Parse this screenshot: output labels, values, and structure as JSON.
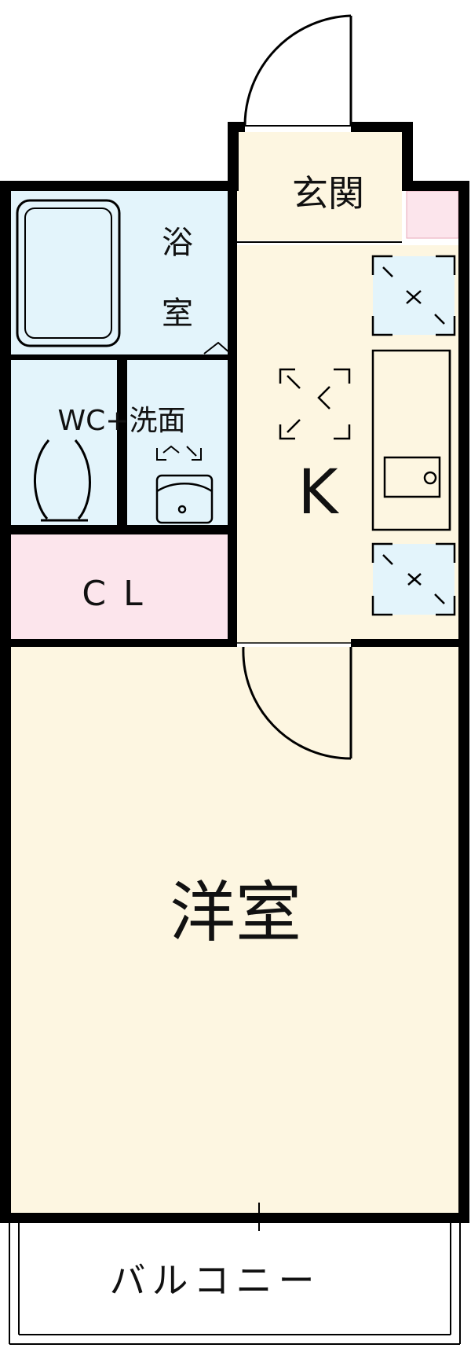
{
  "rooms": {
    "entrance": "玄関",
    "bath": "浴室",
    "wc_washroom": "WC+洗面",
    "kitchen": "K",
    "closet": "CL",
    "western_room": "洋室",
    "balcony": "バルコニー"
  },
  "colors": {
    "wet_area": "#e3f4fb",
    "dry_area": "#fdf6e1",
    "closet": "#fce5ec",
    "wall": "#000000"
  },
  "symbols": [
    "refrigerator-space",
    "washing-machine-space",
    "toilet",
    "bathtub",
    "sink",
    "stove"
  ]
}
